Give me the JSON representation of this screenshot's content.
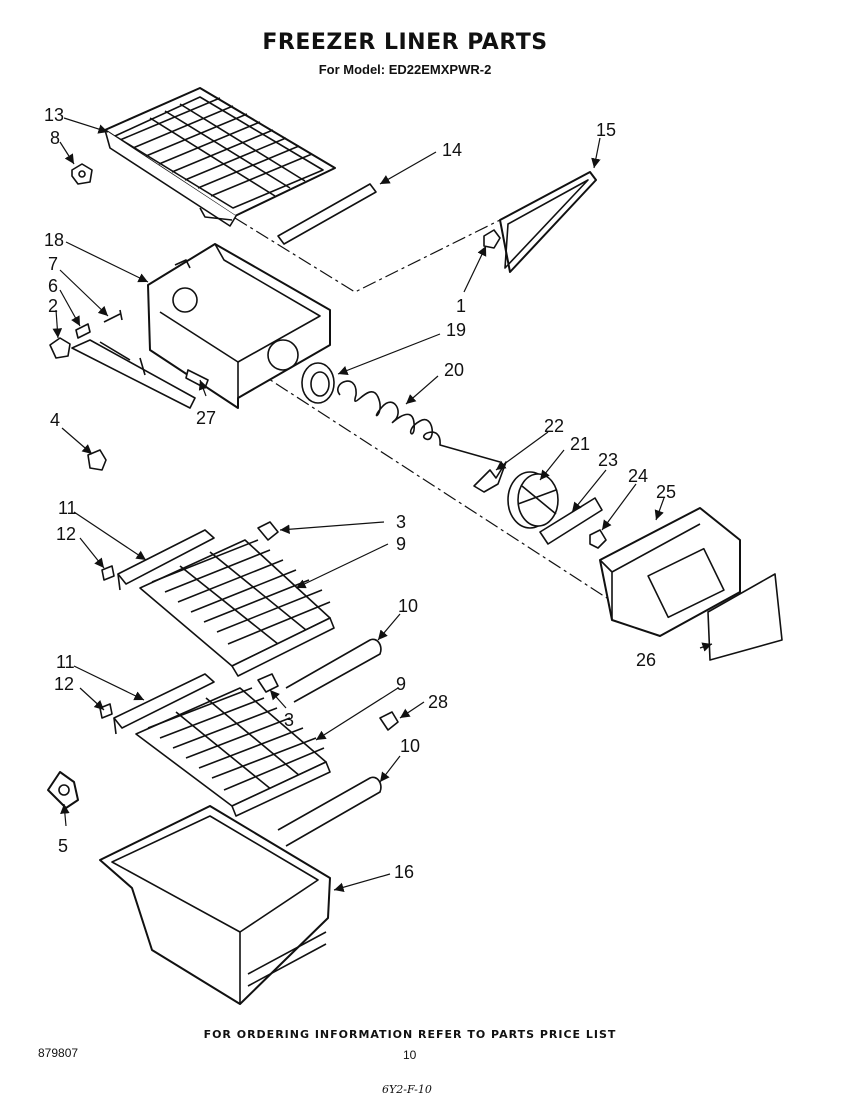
{
  "header": {
    "title": "FREEZER LINER PARTS",
    "subtitle": "For Model: ED22EMXPWR-2"
  },
  "callouts": [
    "13",
    "8",
    "14",
    "15",
    "18",
    "7",
    "6",
    "2",
    "1",
    "19",
    "20",
    "27",
    "4",
    "22",
    "21",
    "23",
    "24",
    "25",
    "11",
    "3",
    "12",
    "9",
    "10",
    "26",
    "11",
    "12",
    "9",
    "28",
    "3",
    "10",
    "5",
    "16"
  ],
  "footer": {
    "ordering_note": "FOR ORDERING INFORMATION REFER TO PARTS PRICE LIST",
    "doc_number": "879807",
    "page_number": "10",
    "handwritten_note": "6Y2-F-10"
  }
}
